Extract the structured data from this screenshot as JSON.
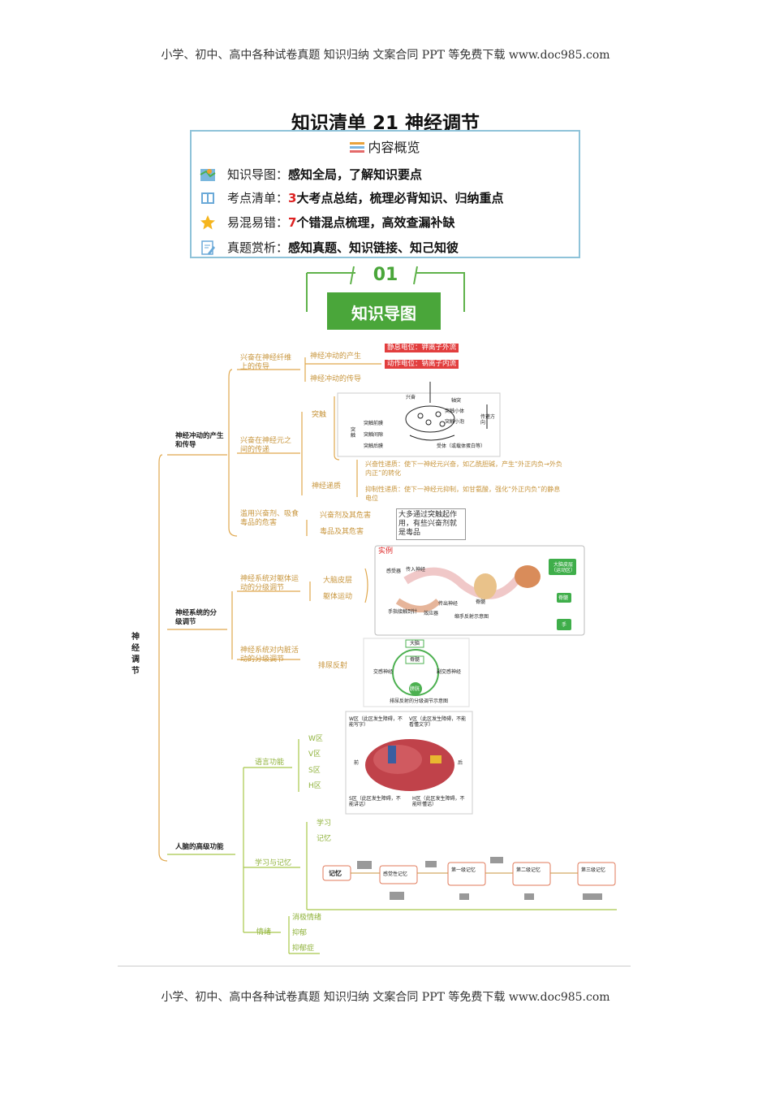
{
  "header": {
    "text": "小学、初中、高中各种试卷真题 知识归纳 文案合同 PPT 等免费下载   www.doc985.com"
  },
  "footer": {
    "text": "小学、初中、高中各种试卷真题 知识归纳 文案合同 PPT 等免费下载   www.doc985.com"
  },
  "title": "知识清单 21 神经调节",
  "overview": {
    "heading": "内容概览",
    "rows": [
      {
        "icon": "map-icon",
        "key": "知识导图：",
        "num": "",
        "value": "感知全局，了解知识要点"
      },
      {
        "icon": "book-icon",
        "key": "考点清单：",
        "num": "3",
        "value": "大考点总结，梳理必背知识、归纳重点"
      },
      {
        "icon": "star-icon",
        "key": "易混易错：",
        "num": "7",
        "value": "个错混点梳理，高效查漏补缺"
      },
      {
        "icon": "pencil-icon",
        "key": "真题赏析：",
        "num": "",
        "value": "感知真题、知识链接、知己知彼"
      }
    ]
  },
  "section_badge": {
    "number": "01",
    "label": "知识导图"
  },
  "mindmap": {
    "root": "神经调节",
    "branches": [
      "神经冲动的产生和传导",
      "神经系统的分级调节",
      "人脑的高级功能"
    ],
    "b1": {
      "fiber": "兴奋在神经纤维上的传导",
      "gen": "神经冲动的产生",
      "rest": "静息电位：钾离子外流",
      "action": "动作电位：钠离子内流",
      "trans": "神经冲动的传导",
      "between": "兴奋在神经元之间的传递",
      "synapse": "突触",
      "syn_labels": [
        "兴奋",
        "轴突",
        "突触小体",
        "突触小泡",
        "传递方向",
        "突触前膜",
        "突触间隙",
        "突触后膜",
        "受体（或载体蛋白等）",
        "突触"
      ],
      "transmitter": "神经递质",
      "exc": "兴奋性递质：使下一神经元兴奋，如乙酰胆碱，产生“外正内负→外负内正”的转化",
      "inh": "抑制性递质：使下一神经元抑制，如甘氨酸，强化“外正内负”的静息电位",
      "abuse": "滥用兴奋剂、吸食毒品的危害",
      "stim": "兴奋剂及其危害",
      "drugs": "毒品及其危害",
      "drug_note": "大多通过突触起作用，有些兴奋剂就是毒品"
    },
    "b2": {
      "body": "神经系统对躯体运动的分级调节",
      "cortex": "大脑皮层",
      "movement": "躯体运动",
      "example": "实例",
      "ex_labels": [
        "感受器",
        "传入神经",
        "传出神经",
        "效应器",
        "脊髓",
        "手指接触到针",
        "缩手反射示意图"
      ],
      "flow": [
        "大脑皮层（运动区）",
        "脊髓",
        "手"
      ],
      "organ": "神经系统对内脏活动的分级调节",
      "urine": "排尿反射",
      "urine_labels": [
        "大脑",
        "脊髓",
        "交感神经",
        "副交感神经",
        "膀胱",
        "排尿反射的分级调节示意图"
      ]
    },
    "b3": {
      "lang": "语言功能",
      "areas": [
        "W区",
        "V区",
        "S区",
        "H区"
      ],
      "brain_notes": [
        "W区（此区发生障碍，不能写字）",
        "V区（此区发生障碍，不能看懂文字）",
        "S区（此区发生障碍，不能讲话）",
        "H区（此区发生障碍，不能听懂话）",
        "前",
        "后"
      ],
      "learn": "学习与记忆",
      "learn_items": [
        "学习",
        "记忆"
      ],
      "mem_boxes": [
        "记忆",
        "感觉性记忆",
        "第一级记忆",
        "第二级记忆",
        "第三级记忆"
      ],
      "emotion": "情绪",
      "emo_items": [
        "消极情绪",
        "抑郁",
        "抑郁症"
      ]
    }
  }
}
